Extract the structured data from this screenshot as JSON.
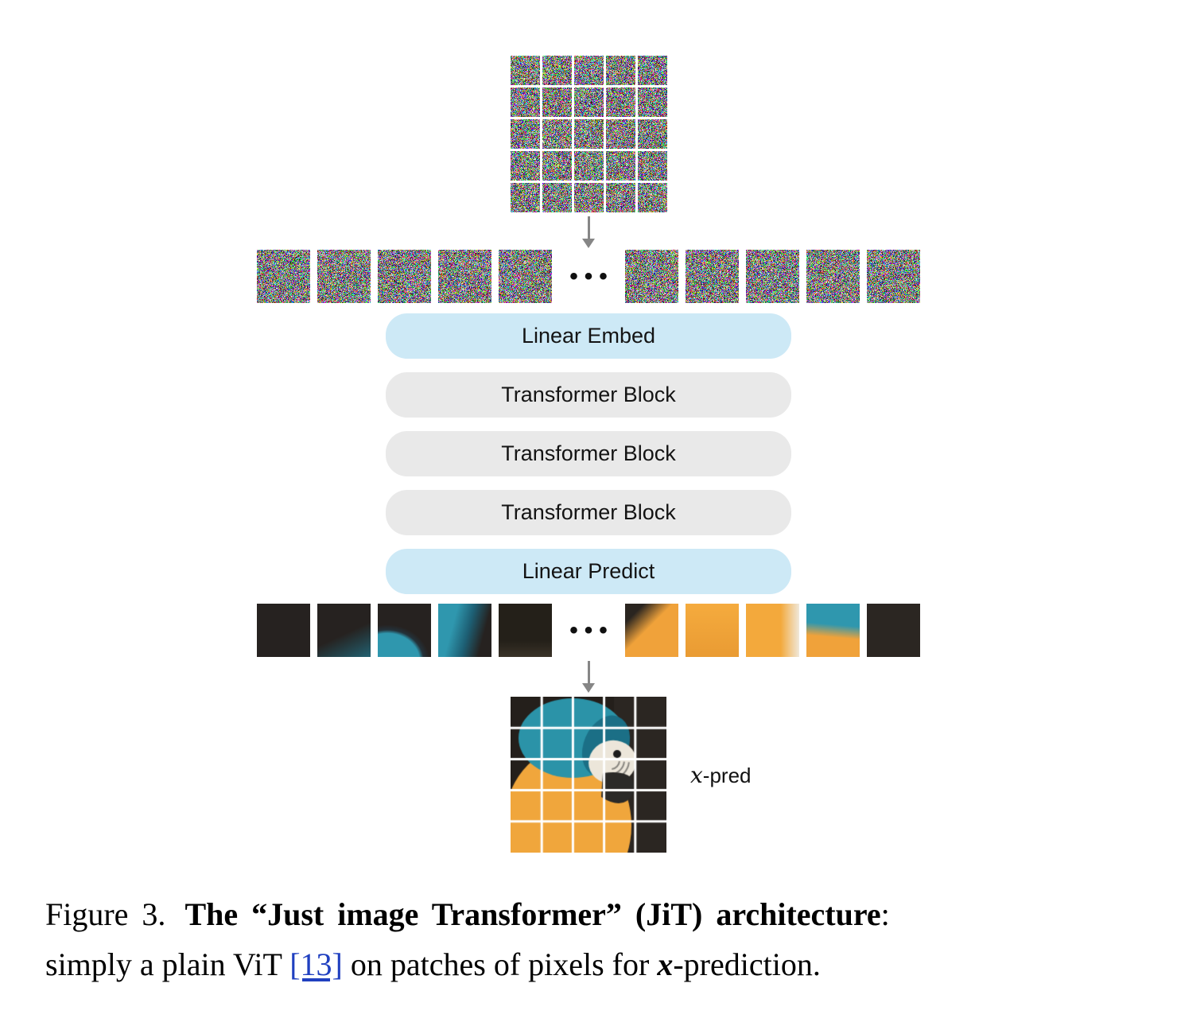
{
  "figure": {
    "dots": "•••",
    "x_pred_label": {
      "x": "x",
      "suffix": "-pred"
    },
    "pipeline": {
      "blocks": [
        {
          "label": "Linear Embed",
          "type": "linear"
        },
        {
          "label": "Transformer Block",
          "type": "transformer"
        },
        {
          "label": "Transformer Block",
          "type": "transformer"
        },
        {
          "label": "Transformer Block",
          "type": "transformer"
        },
        {
          "label": "Linear Predict",
          "type": "linear"
        }
      ],
      "linear_bg": "#cde9f6",
      "transformer_bg": "#e9e9e9",
      "label_color": "#141414"
    },
    "arrow_color": "#868686",
    "output_patches": [
      {
        "bg": "#262220"
      },
      {
        "bg": "linear-gradient(155deg,#262220 55%,#20768d 115%)"
      },
      {
        "bg": "radial-gradient(110% 95% at 18% 108%,#2f97ae 55%,#24323a 62%,#262220 72%)"
      },
      {
        "bg": "linear-gradient(105deg,#2f97ae 30%,#1d5f74 55%,#262220 80%)"
      },
      {
        "bg": "linear-gradient(180deg,#242019 70%,#3a3328 100%)"
      },
      {
        "bg": "linear-gradient(135deg,#2a2520 18%,#f0a23a 45%)"
      },
      {
        "bg": "linear-gradient(180deg,#f5ab3e,#e99b33)"
      },
      {
        "bg": "linear-gradient(90deg,#f3a93c 65%,#f0e8da 100%)"
      },
      {
        "bg": "linear-gradient(185deg,#2f97ae 40%,#f0a23a 62%)"
      },
      {
        "bg": "#2b2622"
      }
    ]
  },
  "caption": {
    "figure_label": "Figure 3.",
    "title_bold": "The “Just image Transformer” (JiT) architecture",
    "title_colon": ":",
    "body_pre_ref": "simply a plain ViT ",
    "ref": "[13]",
    "body_post_ref": " on patches of pixels for ",
    "x_var": "x",
    "body_end": "-prediction."
  }
}
